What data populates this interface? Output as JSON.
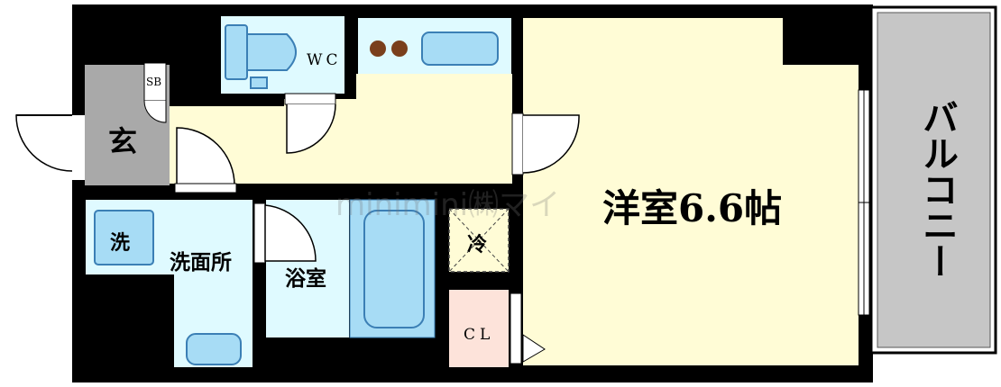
{
  "rooms": {
    "genkan": "玄",
    "shoe_box": "SB",
    "wc": "WC",
    "washing_machine": "洗",
    "washroom": "洗面所",
    "bathroom": "浴室",
    "fridge": "冷",
    "closet": "CL",
    "western_room": "洋室6.6帖",
    "balcony": "バルコニー"
  },
  "watermark": "minimini㈱マイ",
  "colors": {
    "wall": "#000000",
    "genkan": "#a9a9a9",
    "corridor": "#fffcd6",
    "western_room": "#fffcd6",
    "wet_area": "#dffaff",
    "fixture": "#a7dcf5",
    "fixture_stroke": "#3b7fb5",
    "closet": "#fde3da",
    "balcony": "#c6c6c6",
    "stove_burner": "#7a3f1c"
  }
}
